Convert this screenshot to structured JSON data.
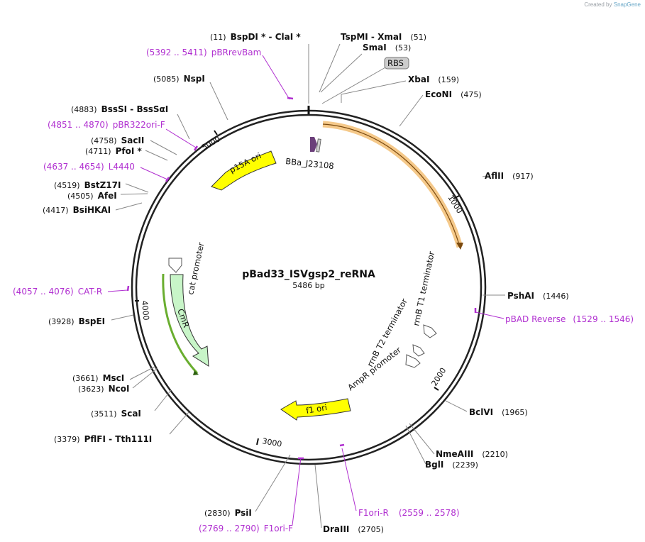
{
  "credit": {
    "prefix": "Created by",
    "brand": "SnapGene"
  },
  "plasmid": {
    "name": "pBad33_ISVgsp2_reRNA",
    "length_label": "5486 bp",
    "length": 5486
  },
  "sites": [
    {
      "name": "BspDI *",
      "pos": "(11)"
    },
    {
      "name": "ClaI *",
      "pos": ""
    },
    {
      "name": "TspMI",
      "pos": ""
    },
    {
      "name": "XmaI",
      "pos": "(51)"
    },
    {
      "name": "SmaI",
      "pos": "(53)"
    },
    {
      "name": "XbaI",
      "pos": "(159)"
    },
    {
      "name": "EcoNI",
      "pos": "(475)"
    },
    {
      "name": "AflII",
      "pos": "(917)"
    },
    {
      "name": "PshAI",
      "pos": "(1446)"
    },
    {
      "name": "BclVI",
      "pos": "(1965)"
    },
    {
      "name": "NmeAIII",
      "pos": "(2210)"
    },
    {
      "name": "BglI",
      "pos": "(2239)"
    },
    {
      "name": "DraIII",
      "pos": "(2705)"
    },
    {
      "name": "PsiI",
      "pos": "(2830)"
    },
    {
      "name": "PflFI",
      "pos": "(3379)"
    },
    {
      "name": "Tth111I",
      "pos": ""
    },
    {
      "name": "ScaI",
      "pos": "(3511)"
    },
    {
      "name": "NcoI",
      "pos": "(3623)"
    },
    {
      "name": "MscI",
      "pos": "(3661)"
    },
    {
      "name": "BspEI",
      "pos": "(3928)"
    },
    {
      "name": "BsiHKAI",
      "pos": "(4417)"
    },
    {
      "name": "AfeI",
      "pos": "(4505)"
    },
    {
      "name": "BstZ17I",
      "pos": "(4519)"
    },
    {
      "name": "PfoI *",
      "pos": "(4711)"
    },
    {
      "name": "SacII",
      "pos": "(4758)"
    },
    {
      "name": "BssSI",
      "pos": "(4883)"
    },
    {
      "name": "BssSαI",
      "pos": ""
    },
    {
      "name": "NspI",
      "pos": "(5085)"
    }
  ],
  "primers": [
    {
      "name": "pBRrevBam",
      "range": "(5392 .. 5411)"
    },
    {
      "name": "pBR322ori-F",
      "range": "(4851 .. 4870)"
    },
    {
      "name": "L4440",
      "range": "(4637 .. 4654)"
    },
    {
      "name": "CAT-R",
      "range": "(4057 .. 4076)"
    },
    {
      "name": "pBAD Reverse",
      "range": "(1529 .. 1546)"
    },
    {
      "name": "F1ori-R",
      "range": "(2559 .. 2578)"
    },
    {
      "name": "F1ori-F",
      "range": "(2769 .. 2790)"
    }
  ],
  "ticks": [
    "1000",
    "2000",
    "3000",
    "4000",
    "5000"
  ],
  "features": {
    "rbs": "RBS",
    "bba": "BBa_J23108",
    "p15a": "p15A ori",
    "f1": "f1 ori",
    "cat_promoter": "cat promoter",
    "cmr": "CmR",
    "rrnb_t1": "rrnB T1 terminator",
    "rrnb_t2": "rrnB T2 terminator",
    "ampr_promoter": "AmpR promoter"
  },
  "colors": {
    "primer": "#b02fd0",
    "ori": "#ffff00",
    "cds_orange": "#f5c98a",
    "cmr": "#c8f5c8",
    "bba": "#6b3f7a"
  }
}
